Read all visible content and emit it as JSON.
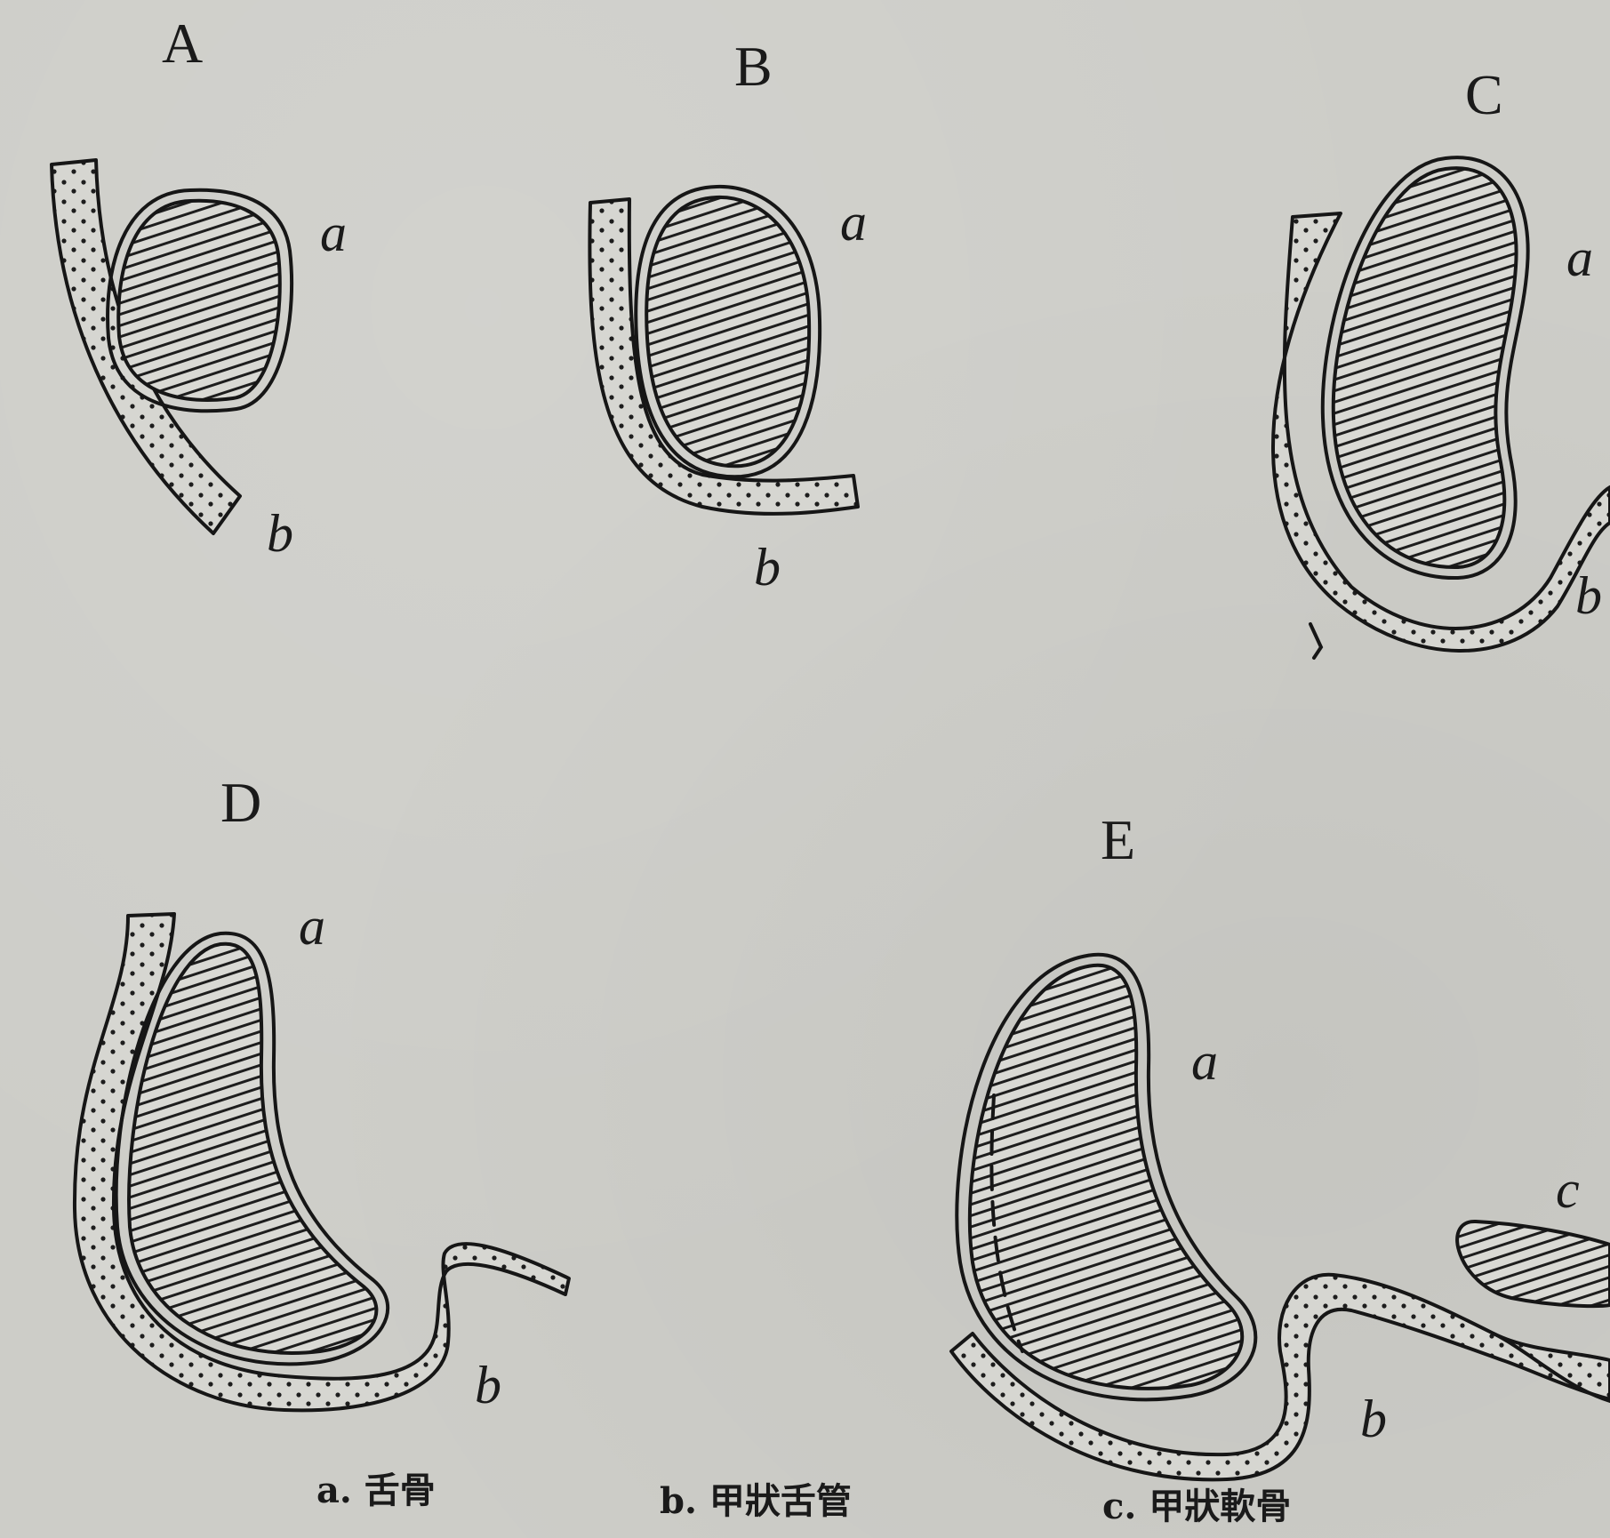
{
  "panels": [
    {
      "letter": "A",
      "labels": {
        "a": "a",
        "b": "b"
      }
    },
    {
      "letter": "B",
      "labels": {
        "a": "a",
        "b": "b"
      }
    },
    {
      "letter": "C",
      "labels": {
        "a": "a",
        "b": "b"
      }
    },
    {
      "letter": "D",
      "labels": {
        "a": "a",
        "b": "b"
      }
    },
    {
      "letter": "E",
      "labels": {
        "a": "a",
        "b": "b",
        "c": "c"
      }
    }
  ],
  "legend": [
    {
      "text": "a. 舌骨"
    },
    {
      "text": "b. 甲狀舌管"
    },
    {
      "text": "c. 甲狀軟骨"
    }
  ],
  "colors": {
    "paper": "#cdcdc8",
    "ink": "#161616"
  }
}
